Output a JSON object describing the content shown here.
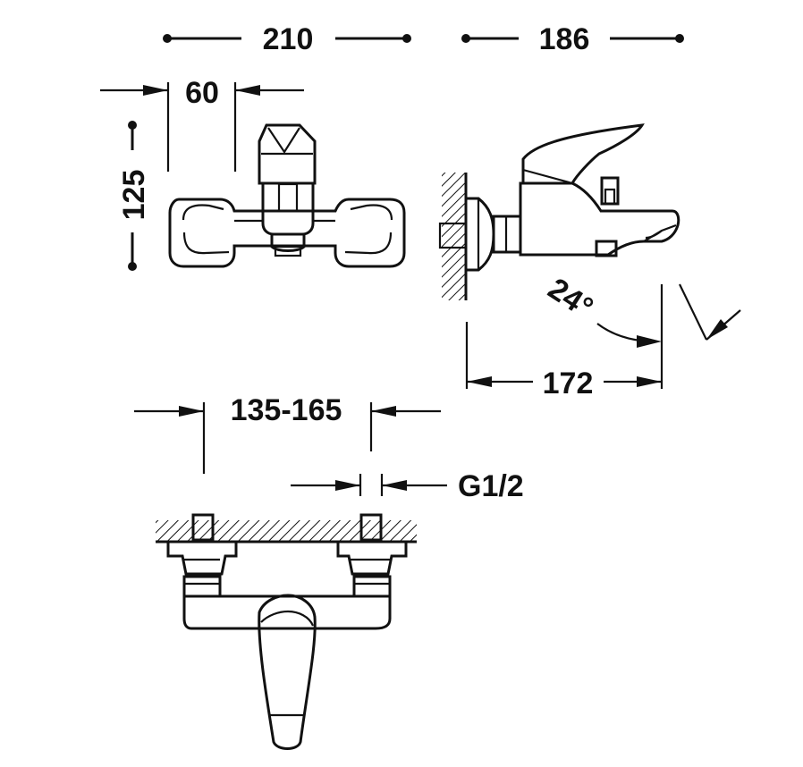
{
  "dimensions": {
    "width_total": "210",
    "depth_total": "186",
    "handle_width": "60",
    "height_body": "125",
    "spout_projection": "172",
    "handle_angle": "24°",
    "centers_range": "135-165",
    "connection_thread": "G1/2"
  },
  "views": [
    "front-view",
    "side-view",
    "top-view"
  ],
  "colors": {
    "line": "#111111",
    "background": "#ffffff"
  }
}
